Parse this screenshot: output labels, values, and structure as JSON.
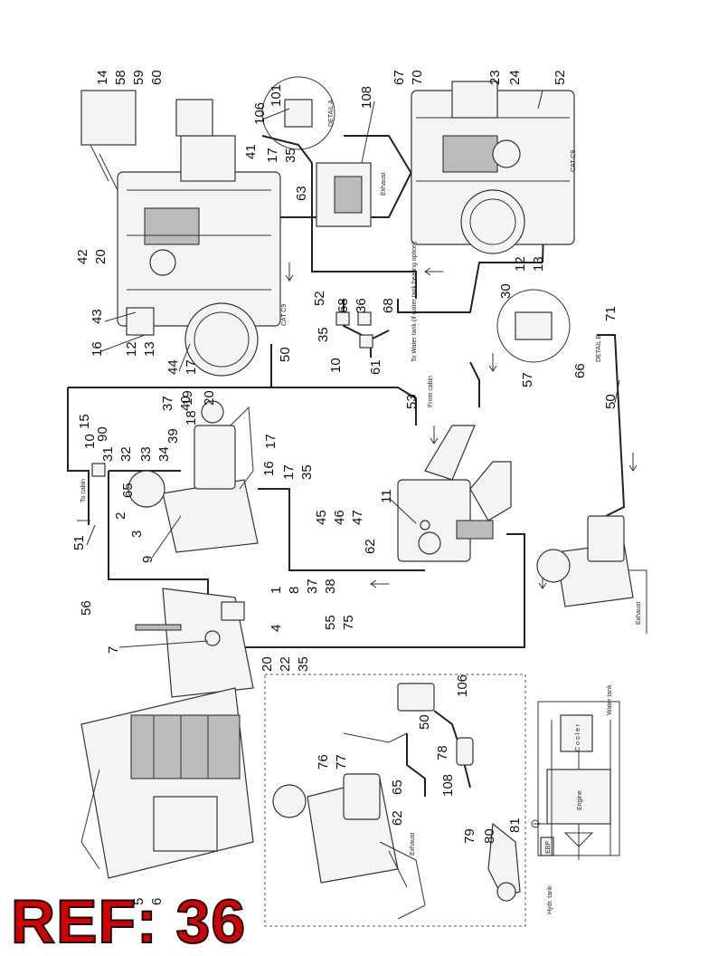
{
  "reference_badge": "REF: 36",
  "callouts": {
    "c14": "14",
    "c58": "58",
    "c59": "59",
    "c60": "60",
    "c101": "101",
    "c108a": "108",
    "c67": "67",
    "c70": "70",
    "c23": "23",
    "c24": "24",
    "c52a": "52",
    "c106a": "106",
    "c41": "41",
    "c17a": "17",
    "c35a": "35",
    "c63": "63",
    "c42": "42",
    "c20a": "20",
    "c52b": "52",
    "c68a": "68",
    "c36": "36",
    "c68b": "68",
    "c35b": "35",
    "c10a": "10",
    "c61": "61",
    "c43": "43",
    "c16a": "16",
    "c12a": "12",
    "c13a": "13",
    "c44": "44",
    "c17b": "17",
    "c50a": "50",
    "c12b": "12",
    "c13b": "13",
    "c30": "30",
    "c71": "71",
    "c57": "57",
    "c66": "66",
    "c50b": "50",
    "c53": "53",
    "c37a": "37",
    "c40": "40",
    "c19": "19",
    "c20b": "20",
    "c15": "15",
    "c90": "90",
    "c39": "39",
    "c18": "18",
    "c10b": "10",
    "c31": "31",
    "c32": "32",
    "c33": "33",
    "c34": "34",
    "c17c": "17",
    "c16b": "16",
    "c17d": "17",
    "c35c": "35",
    "c65a": "65",
    "c2": "2",
    "c3": "3",
    "c9": "9",
    "c51": "51",
    "c11": "11",
    "c45": "45",
    "c46": "46",
    "c47": "47",
    "c62a": "62",
    "c1": "1",
    "c8": "8",
    "c37b": "37",
    "c38": "38",
    "c56": "56",
    "c4": "4",
    "c55": "55",
    "c75": "75",
    "c7": "7",
    "c20c": "20",
    "c22": "22",
    "c35d": "35",
    "c106b": "106",
    "c50c": "50",
    "c76": "76",
    "c77": "77",
    "c78": "78",
    "c65b": "65",
    "c108b": "108",
    "c62b": "62",
    "c79": "79",
    "c80": "80",
    "c81": "81",
    "c5": "5",
    "c6": "6"
  },
  "annotations": {
    "detail_a": "DETAIL A",
    "detail_b": "DETAIL B",
    "exhaust_top": "Exhaust",
    "exhaust_right": "Exhaust",
    "exhaust_inset": "Exhaust",
    "cat_c9_a": "CAT C9",
    "cat_c9_b": "CAT C9",
    "to_water_tank": "To Water tank (if water tank heating option)",
    "from_cabin": "From cabin",
    "to_cabin": "To cabin"
  },
  "schematic": {
    "water_tank": "Water tank",
    "engine": "Engine",
    "hydr_tank": "Hydr. tank",
    "ebp": "EBP",
    "cooler": "C o o l e r"
  },
  "colors": {
    "badge_fill": "#d40000",
    "badge_outline": "#111111",
    "line": "#222222"
  }
}
